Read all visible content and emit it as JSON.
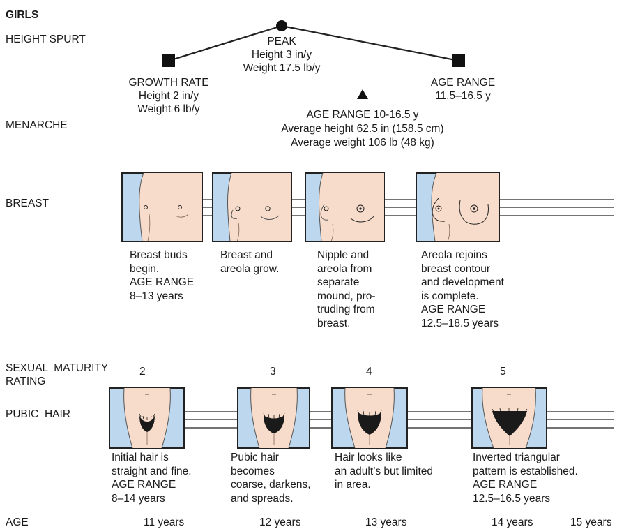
{
  "header": "GIRLS",
  "row_labels": {
    "height_spurt": "HEIGHT SPURT",
    "menarche": "MENARCHE",
    "breast": "BREAST",
    "sexual_maturity": [
      "SEXUAL  MATURITY",
      "RATING"
    ],
    "pubic_hair": "PUBIC  HAIR",
    "age": "AGE"
  },
  "height_spurt": {
    "peak": [
      "PEAK",
      "Height 3 in/y",
      "Weight 17.5 lb/y"
    ],
    "growth_rate": [
      "GROWTH RATE",
      "Height 2 in/y",
      "Weight 6 lb/y"
    ],
    "age_range": [
      "AGE RANGE",
      "11.5–16.5 y"
    ]
  },
  "menarche": [
    "AGE RANGE 10-16.5 y",
    "Average height 62.5 in (158.5 cm)",
    "Average weight 106 lb (48 kg)"
  ],
  "breast_stages": [
    [
      "Breast buds",
      "begin.",
      "AGE RANGE",
      "8–13 years"
    ],
    [
      "Breast and",
      "areola grow."
    ],
    [
      "Nipple and",
      "areola from",
      "separate",
      "mound, pro-",
      "truding from",
      "breast."
    ],
    [
      "Areola rejoins",
      "breast contour",
      "and development",
      "is complete.",
      "AGE RANGE",
      "12.5–18.5 years"
    ]
  ],
  "sexual_maturity_ratings": [
    "2",
    "3",
    "4",
    "5"
  ],
  "pubic_hair_stages": [
    [
      "Initial hair is",
      "straight and fine.",
      "AGE RANGE",
      "8–14 years"
    ],
    [
      "Pubic hair",
      "becomes",
      "coarse, darkens,",
      "and spreads."
    ],
    [
      "Hair looks like",
      "an adult’s but limited",
      "in area."
    ],
    [
      "Inverted triangular",
      "pattern is established.",
      "AGE RANGE",
      "12.5–16.5 years"
    ]
  ],
  "ages": [
    "11 years",
    "12 years",
    "13 years",
    "14 years",
    "15 years"
  ],
  "colors": {
    "skin": "#f7dccb",
    "backdrop": "#bcd7ee",
    "hair": "#1a1a1a",
    "line": "#222222"
  }
}
